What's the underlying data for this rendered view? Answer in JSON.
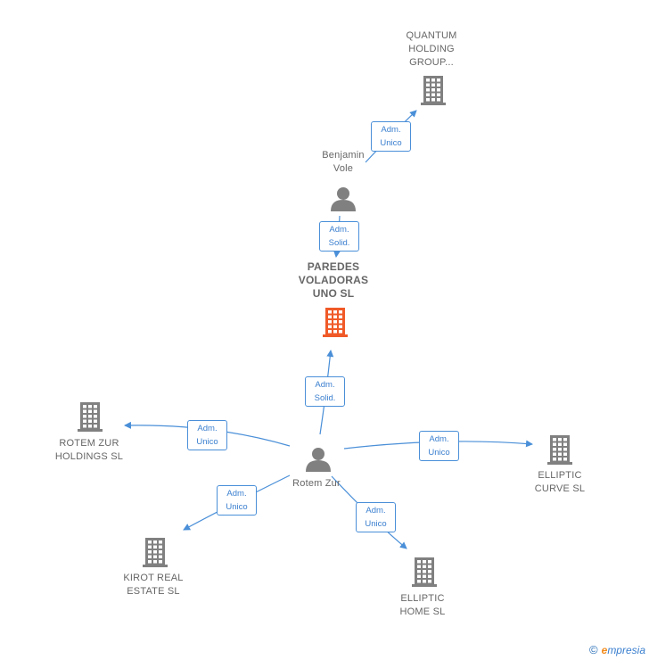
{
  "nodes": {
    "quantum": {
      "label": "QUANTUM\nHOLDING\nGROUP...",
      "type": "company",
      "color": "#808080"
    },
    "benjamin": {
      "label": "Benjamin\nVole",
      "type": "person",
      "color": "#808080"
    },
    "paredes": {
      "label": "PAREDES\nVOLADORAS\nUNO  SL",
      "type": "company",
      "color": "#f05a28"
    },
    "rotem_zur": {
      "label": "Rotem Zur",
      "type": "person",
      "color": "#808080"
    },
    "rotem_holdings": {
      "label": "ROTEM ZUR\nHOLDINGS  SL",
      "type": "company",
      "color": "#808080"
    },
    "elliptic_curve": {
      "label": "ELLIPTIC\nCURVE  SL",
      "type": "company",
      "color": "#808080"
    },
    "kirot": {
      "label": "KIROT REAL\nESTATE  SL",
      "type": "company",
      "color": "#808080"
    },
    "elliptic_home": {
      "label": "ELLIPTIC\nHOME  SL",
      "type": "company",
      "color": "#808080"
    }
  },
  "edges": [
    {
      "id": "benjamin_quantum",
      "from": "benjamin",
      "to": "quantum",
      "line1": "Adm.",
      "line2": "Unico"
    },
    {
      "id": "benjamin_paredes",
      "from": "benjamin",
      "to": "paredes",
      "line1": "Adm.",
      "line2": "Solid."
    },
    {
      "id": "rotem_paredes",
      "from": "rotem_zur",
      "to": "paredes",
      "line1": "Adm.",
      "line2": "Solid."
    },
    {
      "id": "rotem_holdings",
      "from": "rotem_zur",
      "to": "rotem_holdings",
      "line1": "Adm.",
      "line2": "Unico"
    },
    {
      "id": "rotem_curve",
      "from": "rotem_zur",
      "to": "elliptic_curve",
      "line1": "Adm.",
      "line2": "Unico"
    },
    {
      "id": "rotem_kirot",
      "from": "rotem_zur",
      "to": "kirot",
      "line1": "Adm.",
      "line2": "Unico"
    },
    {
      "id": "rotem_home",
      "from": "rotem_zur",
      "to": "elliptic_home",
      "line1": "Adm.",
      "line2": "Unico"
    }
  ],
  "edge_color": "#4a8fd8",
  "footer": {
    "copyright": "©",
    "brand_e": "e",
    "brand_rest": "mpresia"
  }
}
